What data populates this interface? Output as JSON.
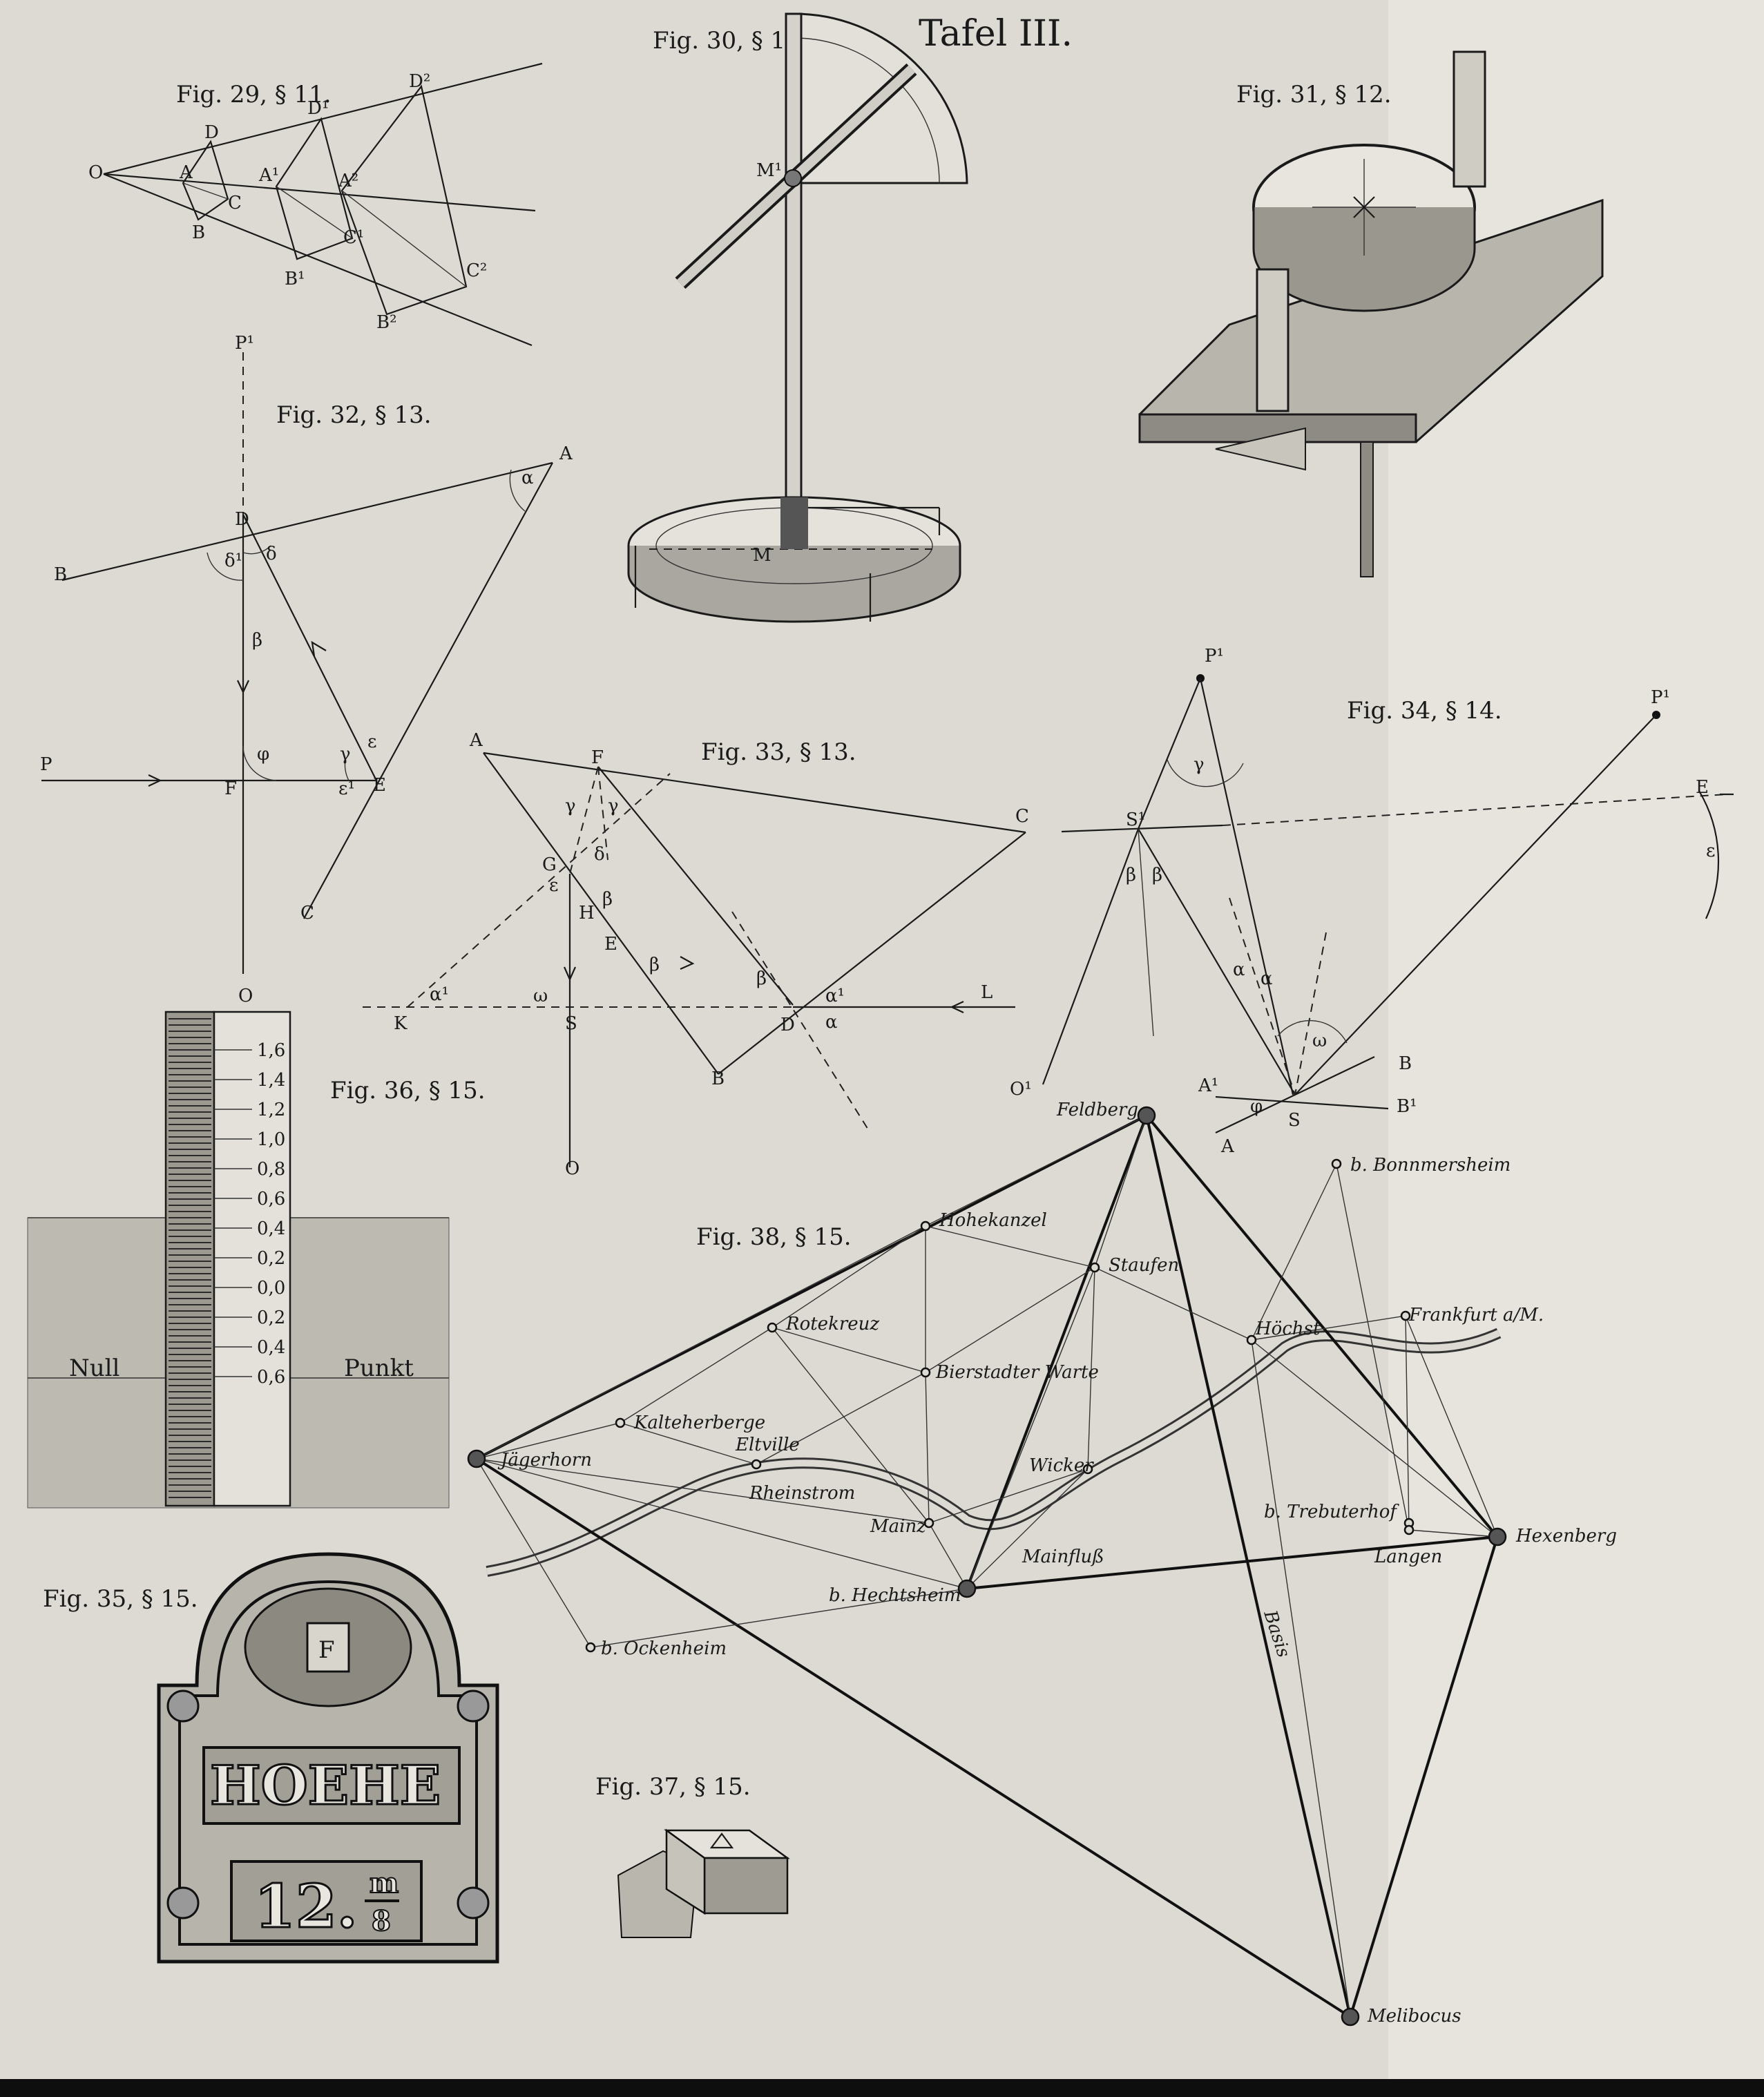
{
  "plate_title": "Tafel III.",
  "colors": {
    "paper": "#dcdad2",
    "ink": "#1a1a1a",
    "shade": "#bdbab2"
  },
  "fig29": {
    "caption": "Fig. 29, § 11.",
    "labels": [
      "O",
      "A",
      "B",
      "C",
      "D",
      "A¹",
      "B¹",
      "C¹",
      "D¹",
      "A²",
      "B²",
      "C²",
      "D²"
    ]
  },
  "fig30": {
    "caption": "Fig. 30, § 12.",
    "labels": [
      "M¹",
      "M"
    ]
  },
  "fig31": {
    "caption": "Fig. 31, § 12."
  },
  "fig32": {
    "caption": "Fig. 32, § 13.",
    "labels": [
      "P¹",
      "D",
      "A",
      "B",
      "α",
      "δ¹",
      "δ",
      "β",
      "γ",
      "ε",
      "ε¹",
      "φ",
      "P",
      "F",
      "E",
      "C",
      "O"
    ]
  },
  "fig33": {
    "caption": "Fig. 33, § 13.",
    "labels": [
      "A",
      "F",
      "C",
      "γ",
      "γ",
      "G",
      "ε",
      "δ",
      "H",
      "β",
      "E",
      "β",
      "β",
      "α¹",
      "K",
      "α¹",
      "ω",
      "S",
      "D",
      "α",
      "L",
      "B",
      "O"
    ]
  },
  "fig34": {
    "caption": "Fig. 34, § 14.",
    "labels": [
      "P¹",
      "γ",
      "P¹",
      "E",
      "ε",
      "S¹",
      "β",
      "β",
      "α",
      "α",
      "ω",
      "O¹",
      "A¹",
      "φ",
      "S",
      "B",
      "B¹",
      "A"
    ]
  },
  "fig35": {
    "caption": "Fig. 35, § 15.",
    "emblem_letter": "F",
    "sign_title": "HOEHE",
    "sign_value": "12.",
    "sign_fraction_top": "m",
    "sign_fraction_bottom": "8"
  },
  "fig36": {
    "caption": "Fig. 36, § 15.",
    "gauge_ticks": [
      "1,6",
      "1,4",
      "1,2",
      "1,0",
      "0,8",
      "0,6",
      "0,4",
      "0,2",
      "0,0",
      "0,2",
      "0,4",
      "0,6"
    ],
    "null_left": "Null",
    "null_right": "Punkt"
  },
  "fig37": {
    "caption": "Fig. 37, § 15."
  },
  "fig38": {
    "caption": "Fig. 38, § 15.",
    "places": [
      "Feldberg",
      "Hohekanzel",
      "Staufen",
      "Rotekreuz",
      "Bierstadter Warte",
      "Kalteherberge",
      "Eltville",
      "Jägerhorn",
      "Rheinstrom",
      "Wicker",
      "Mainz",
      "b. Hechtsheim",
      "Mainfluß",
      "b. Ockenheim",
      "Höchst",
      "Frankfurt a/M.",
      "b. Bonnmersheim",
      "b. Trebuterhof",
      "Langen",
      "Hexenberg",
      "Basis",
      "Melibocus"
    ]
  }
}
